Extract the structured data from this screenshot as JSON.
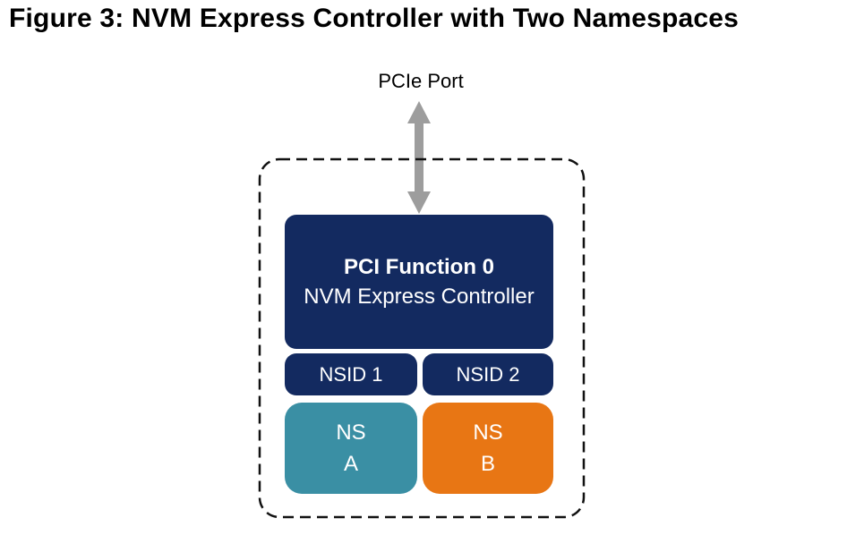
{
  "figure": {
    "title": "Figure 3: NVM Express Controller with Two Namespaces",
    "port_label": "PCIe Port",
    "controller": {
      "line1": "PCI Function 0",
      "line2": "NVM Express Controller"
    },
    "nsid1_label": "NSID 1",
    "nsid2_label": "NSID 2",
    "ns_a": {
      "line1": "NS",
      "line2": "A"
    },
    "ns_b": {
      "line1": "NS",
      "line2": "B"
    },
    "colors": {
      "navy": "#132a60",
      "teal": "#3a8fa4",
      "orange": "#e87614",
      "arrow_gray": "#9d9d9d",
      "dash_border": "#111111"
    }
  }
}
